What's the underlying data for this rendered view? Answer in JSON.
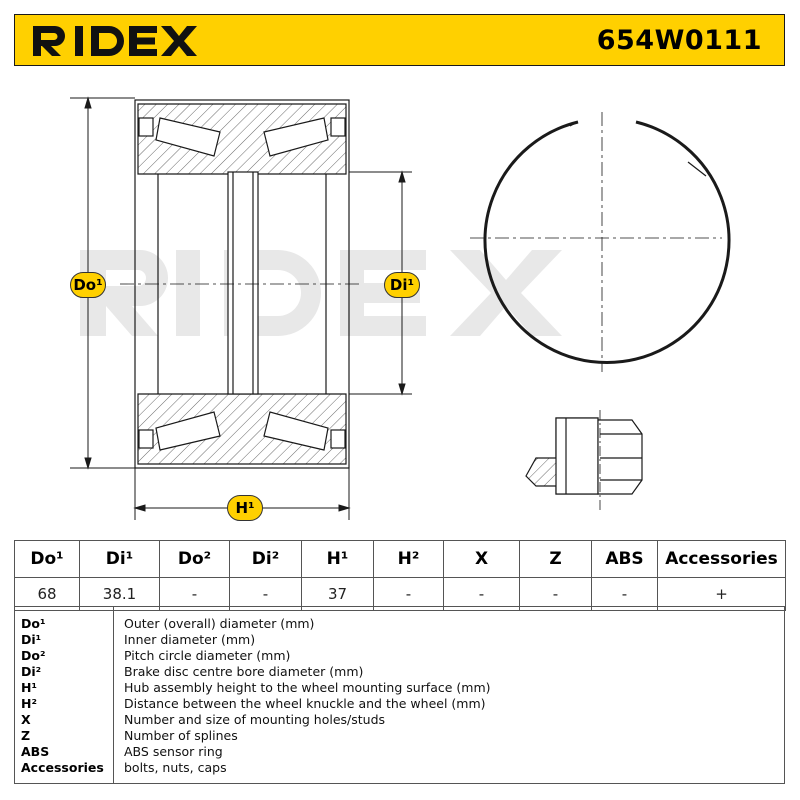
{
  "header": {
    "brand": "RIDEX",
    "part_number": "654W0111"
  },
  "drawing": {
    "labels": {
      "do1": "Do¹",
      "di1": "Di¹",
      "h1": "H¹"
    },
    "watermark": "RIDEX"
  },
  "table": {
    "columns": [
      "Do¹",
      "Di¹",
      "Do²",
      "Di²",
      "H¹",
      "H²",
      "X",
      "Z",
      "ABS",
      "Accessories"
    ],
    "values": [
      "68",
      "38.1",
      "-",
      "-",
      "37",
      "-",
      "-",
      "-",
      "-",
      "+"
    ]
  },
  "legend": [
    {
      "key": "Do¹",
      "desc": "Outer (overall) diameter (mm)"
    },
    {
      "key": "Di¹",
      "desc": "Inner diameter (mm)"
    },
    {
      "key": "Do²",
      "desc": "Pitch circle diameter (mm)"
    },
    {
      "key": "Di²",
      "desc": "Brake disc centre bore diameter (mm)"
    },
    {
      "key": "H¹",
      "desc": "Hub assembly height to the wheel mounting surface (mm)"
    },
    {
      "key": "H²",
      "desc": "Distance between the wheel knuckle and the wheel (mm)"
    },
    {
      "key": "X",
      "desc": "Number and size of mounting holes/studs"
    },
    {
      "key": "Z",
      "desc": "Number of splines"
    },
    {
      "key": "ABS",
      "desc": "ABS sensor ring"
    },
    {
      "key": "Accessories",
      "desc": "bolts, nuts, caps"
    }
  ],
  "colors": {
    "brand_yellow": "#ffd000",
    "line": "#1a1a1a",
    "watermark": "#e6e6e6"
  }
}
